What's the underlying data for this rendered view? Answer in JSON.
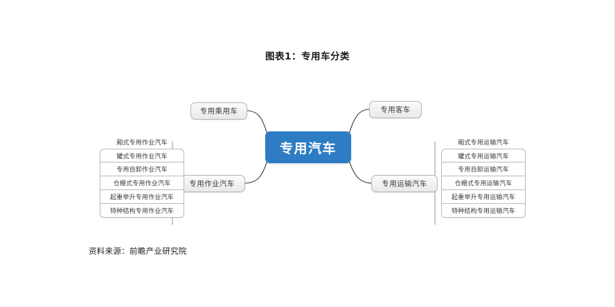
{
  "title": "图表1：专用车分类",
  "source": "资料来源：前瞻产业研究院",
  "center": {
    "label": "专用汽车",
    "color": "#2E7DC4"
  },
  "branches": {
    "passenger": "专用乘用车",
    "bus": "专用客车",
    "work": "专用作业汽车",
    "transport": "专用运输汽车"
  },
  "leaves_left": [
    "厢式专用作业汽车",
    "罐式专用作业汽车",
    "专用自卸作业汽车",
    "仓栅式专用作业汽车",
    "起重举升专用作业汽车",
    "特种结构专用作业汽车"
  ],
  "leaves_right": [
    "厢式专用运输汽车",
    "罐式专用运输汽车",
    "专用自卸运输汽车",
    "仓栅式专用运输汽车",
    "起重举升专用运输汽车",
    "特种结构专用运输汽车"
  ]
}
